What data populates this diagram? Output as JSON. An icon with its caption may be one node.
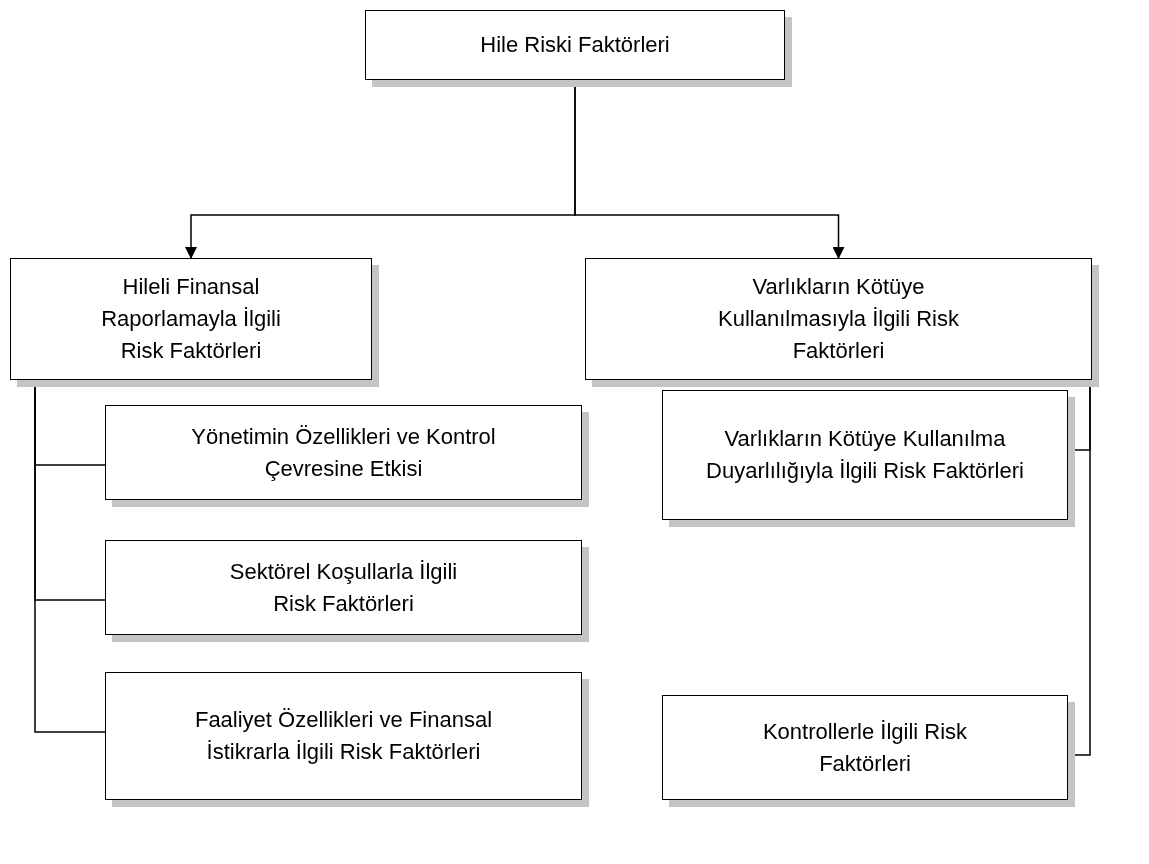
{
  "diagram": {
    "nodes": [
      {
        "text": [
          "Hile Riski Faktörleri"
        ]
      },
      {
        "text": [
          "Hileli Finansal Raporlamayla İlgili Risk Faktörleri"
        ]
      },
      {
        "text": [
          "Varlıkların Kötüye Kullanılmasıyla İlgili Risk Faktörleri"
        ]
      },
      {
        "text": [
          "Yönetimin Özellikleri ve Kontrol Çevresine Etkisi"
        ]
      },
      {
        "text": [
          "Sektörel Koşullarla İlgili Risk Faktörleri"
        ]
      },
      {
        "text": [
          "Faaliyet Özellikleri ve Finansal İstikrarla İlgili Risk Faktörleri"
        ]
      },
      {
        "text": [
          "Varlıkların Kötüye Kullanılma Duyarlılığıyla İlgili Risk Faktörleri"
        ]
      },
      {
        "text": [
          "Kontrollerle İlgili Risk Faktörleri"
        ]
      }
    ],
    "edges": [
      {
        "from": 0,
        "to": 1,
        "arrow": "to"
      },
      {
        "from": 0,
        "to": 2,
        "arrow": "to"
      },
      {
        "from": 1,
        "to": 3,
        "arrow": "none"
      },
      {
        "from": 1,
        "to": 4,
        "arrow": "none"
      },
      {
        "from": 1,
        "to": 5,
        "arrow": "none"
      },
      {
        "from": 2,
        "to": 6,
        "arrow": "none"
      },
      {
        "from": 2,
        "to": 7,
        "arrow": "none"
      }
    ]
  }
}
